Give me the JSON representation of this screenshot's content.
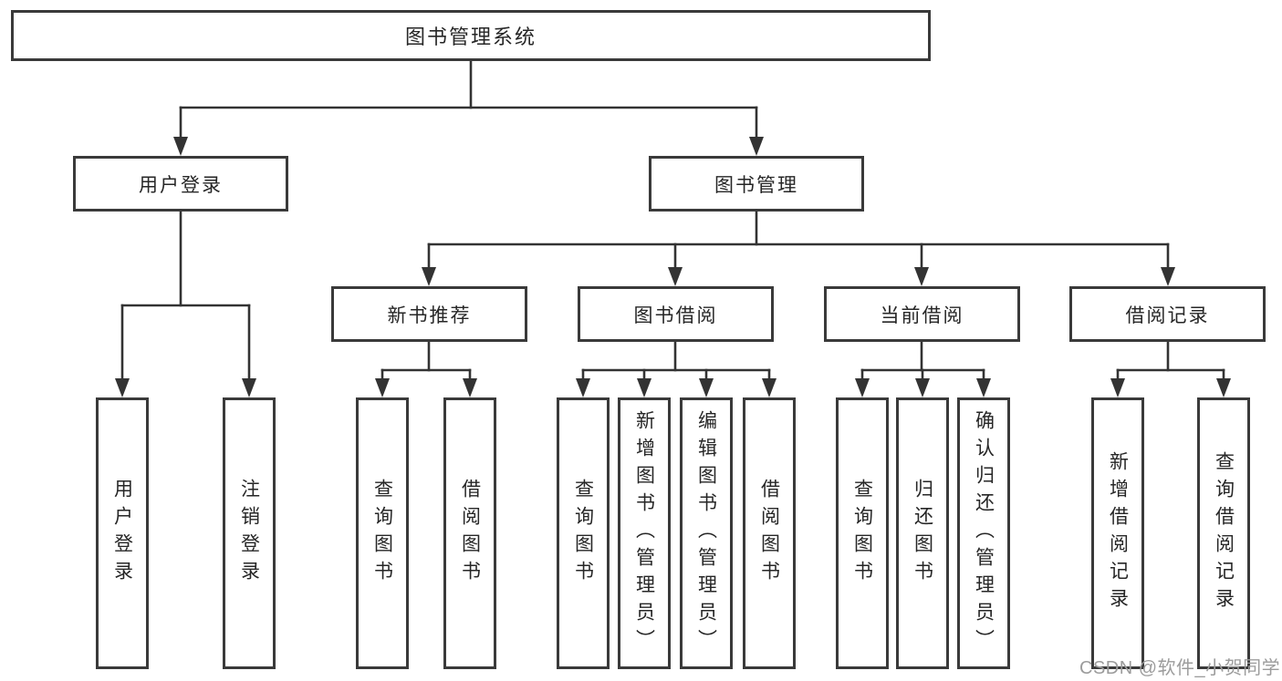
{
  "diagram": {
    "root": "图书管理系统",
    "children": [
      {
        "label": "用户登录",
        "children": [
          "用户登录",
          "注销登录"
        ]
      },
      {
        "label": "图书管理",
        "children": [
          {
            "label": "新书推荐",
            "children": [
              "查询图书",
              "借阅图书"
            ]
          },
          {
            "label": "图书借阅",
            "children": [
              "查询图书",
              "新增图书（管理员）",
              "编辑图书（管理员）",
              "借阅图书"
            ]
          },
          {
            "label": "当前借阅",
            "children": [
              "查询图书",
              "归还图书",
              "确认归还（管理员）"
            ]
          },
          {
            "label": "借阅记录",
            "children": [
              "新增借阅记录",
              "查询借阅记录"
            ]
          }
        ]
      }
    ]
  },
  "watermark": {
    "text": "CSDN @软件_小贺同学"
  },
  "colors": {
    "line": "#333333",
    "border": "#3a3a3a",
    "text": "#262626",
    "background": "#ffffff",
    "watermark": "#9c9c9c"
  }
}
